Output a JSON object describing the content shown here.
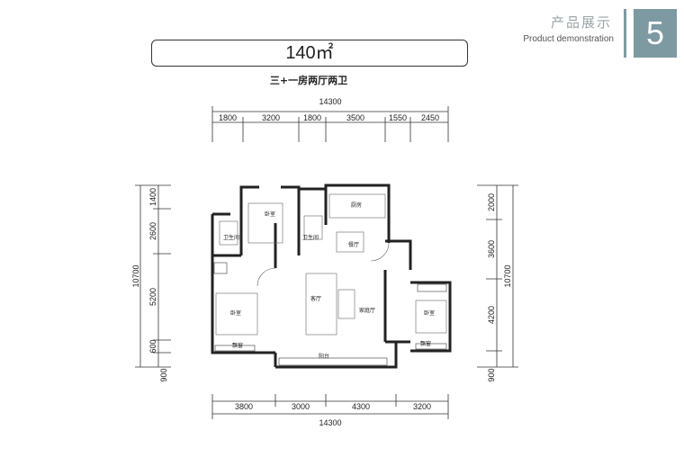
{
  "header": {
    "title_cn": "产品展示",
    "title_en": "Product demonstration",
    "page_number": "5",
    "accent_color": "#7d9aa2"
  },
  "area": "140㎡",
  "layout_name": "三+一房两厅两卫",
  "dimensions": {
    "top_total": "14300",
    "top": [
      "1800",
      "3200",
      "1800",
      "3500",
      "1550",
      "2450"
    ],
    "bottom": [
      "3800",
      "3000",
      "4300",
      "3200"
    ],
    "bottom_total": "14300",
    "left": [
      "1400",
      "2600",
      "5200",
      "600",
      "900"
    ],
    "left_total": "10700",
    "right": [
      "2000",
      "3600",
      "4200",
      "900"
    ],
    "right_total": "10700"
  },
  "rooms": {
    "bedroom_top": "卧室",
    "kitchen": "厨房",
    "bath_left": "卫生间",
    "bath_right": "卫生间",
    "dining": "餐厅",
    "bedroom_left": "卧室",
    "living": "客厅",
    "family": "家庭厅",
    "bedroom_right": "卧室",
    "bay_left": "飘窗",
    "bay_right": "飘窗",
    "balcony": "阳台"
  }
}
